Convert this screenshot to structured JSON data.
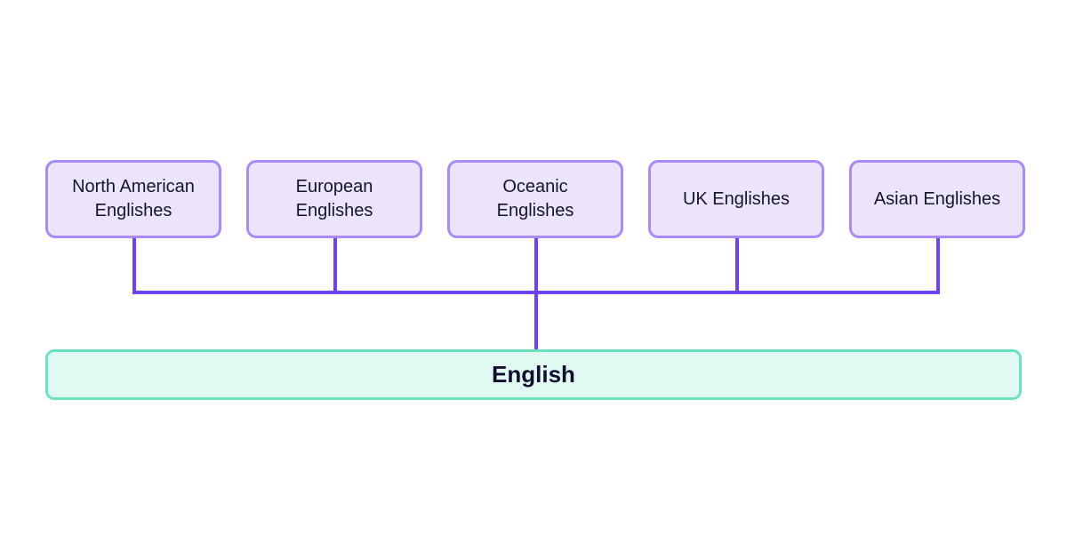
{
  "diagram": {
    "type": "tree",
    "root": {
      "label": "English"
    },
    "children": [
      {
        "label": "North American\nEnglishes"
      },
      {
        "label": "European\nEnglishes"
      },
      {
        "label": "Oceanic\nEnglishes"
      },
      {
        "label": "UK Englishes"
      },
      {
        "label": "Asian Englishes"
      }
    ],
    "colors": {
      "child_border": "#a98af7",
      "child_fill": "#ece4fd",
      "connector": "#6f42f0",
      "root_border": "#6ee0c2",
      "root_fill": "#e0faf3",
      "text": "#17132e"
    }
  }
}
